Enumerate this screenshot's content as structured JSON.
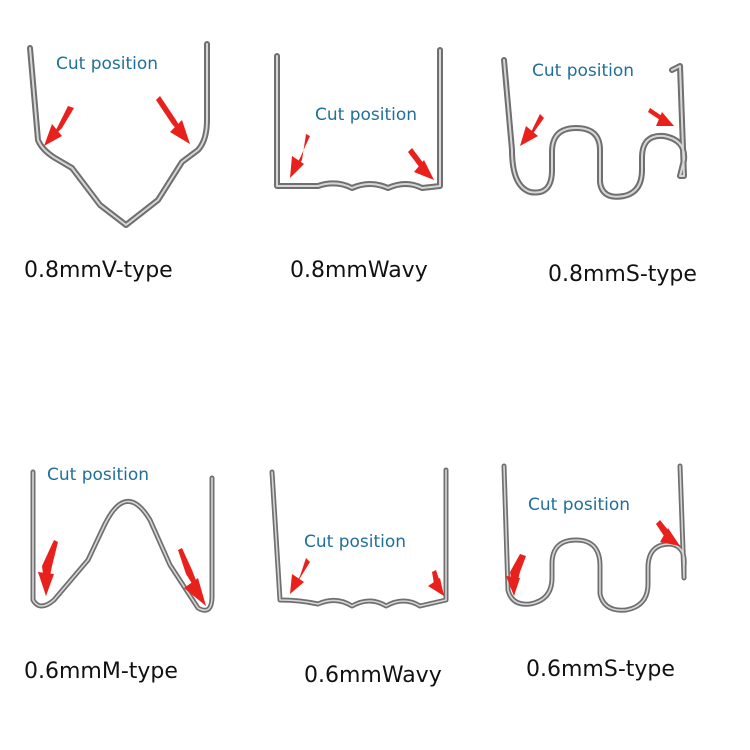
{
  "accent_color": "#1f6f9a",
  "arrow_color": "#e8211c",
  "metal_color": "#8c8c8c",
  "cut_label_text": "Cut position",
  "items": [
    {
      "label": "0.8mmV-type",
      "cut_label": "Cut position",
      "shape": "v-type"
    },
    {
      "label": "0.8mmWavy",
      "cut_label": "Cut position",
      "shape": "wavy"
    },
    {
      "label": "0.8mmS-type",
      "cut_label": "Cut position",
      "shape": "s-type"
    },
    {
      "label": "0.6mmM-type",
      "cut_label": "Cut position",
      "shape": "m-type"
    },
    {
      "label": "0.6mmWavy",
      "cut_label": "Cut position",
      "shape": "wavy"
    },
    {
      "label": "0.6mmS-type",
      "cut_label": "Cut position",
      "shape": "s-type"
    }
  ]
}
